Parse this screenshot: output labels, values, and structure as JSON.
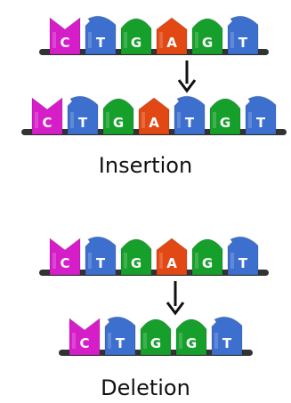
{
  "colors": {
    "C": "#d61ec8",
    "T": "#3d6fcf",
    "G": "#16a02b",
    "A": "#e24814",
    "backbone": "#333333",
    "arrow": "#111111",
    "letter": "#ffffff"
  },
  "insertion": {
    "caption": "Insertion",
    "original": [
      "C",
      "T",
      "G",
      "A",
      "G",
      "T"
    ],
    "mutated": [
      "C",
      "T",
      "G",
      "A",
      "T",
      "G",
      "T"
    ]
  },
  "deletion": {
    "caption": "Deletion",
    "original": [
      "C",
      "T",
      "G",
      "A",
      "G",
      "T"
    ],
    "mutated": [
      "C",
      "T",
      "G",
      "G",
      "T"
    ]
  }
}
